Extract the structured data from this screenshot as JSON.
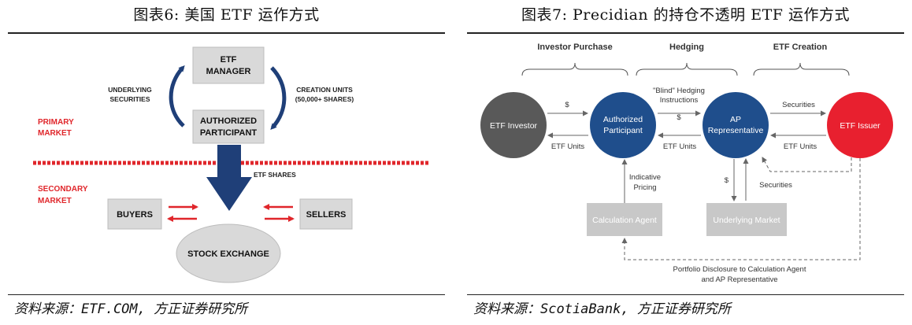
{
  "left": {
    "title": "图表6:  美国 ETF 运作方式",
    "source": "资料来源：ETF.COM, 方正证券研究所",
    "nodes": {
      "etf_manager": [
        "ETF",
        "MANAGER"
      ],
      "authorized_participant": [
        "AUTHORIZED",
        "PARTICIPANT"
      ],
      "buyers": "BUYERS",
      "sellers": "SELLERS",
      "stock_exchange": "STOCK EXCHANGE"
    },
    "labels": {
      "underlying_securities": [
        "UNDERLYING",
        "SECURITIES"
      ],
      "creation_units": [
        "CREATION UNITS",
        "(50,000+ SHARES)"
      ],
      "primary_market": [
        "PRIMARY",
        "MARKET"
      ],
      "secondary_market": [
        "SECONDARY",
        "MARKET"
      ],
      "etf_shares": "ETF SHARES"
    },
    "colors": {
      "navy": "#1f3f78",
      "red": "#e0262b",
      "box": "#d9d9d9"
    }
  },
  "right": {
    "title": "图表7:  Precidian 的持仓不透明 ETF 运作方式",
    "source": "资料来源：ScotiaBank, 方正证券研究所",
    "headers": {
      "investor_purchase": "Investor Purchase",
      "hedging": "Hedging",
      "etf_creation": "ETF Creation"
    },
    "nodes": {
      "etf_investor": "ETF Investor",
      "authorized_participant": [
        "Authorized",
        "Participant"
      ],
      "ap_representative": [
        "AP",
        "Representative"
      ],
      "etf_issuer": "ETF Issuer",
      "calculation_agent": "Calculation Agent",
      "underlying_market": "Underlying Market"
    },
    "labels": {
      "dollar_1": "$",
      "etf_units_1": "ETF Units",
      "blind_hedging": [
        "\"Blind\" Hedging",
        "Instructions"
      ],
      "dollar_2": "$",
      "etf_units_2": "ETF Units",
      "securities_1": "Securities",
      "etf_units_3": "ETF Units",
      "indicative_pricing": [
        "Indicative",
        "Pricing"
      ],
      "dollar_3": "$",
      "securities_2": "Securities",
      "portfolio_disclosure": [
        "Portfolio Disclosure to Calculation Agent",
        "and AP Representative"
      ]
    },
    "colors": {
      "investor_grey": "#595959",
      "navy": "#1f4e8c",
      "issuer_red": "#e8202f",
      "box_grey": "#c8c8c8"
    }
  }
}
